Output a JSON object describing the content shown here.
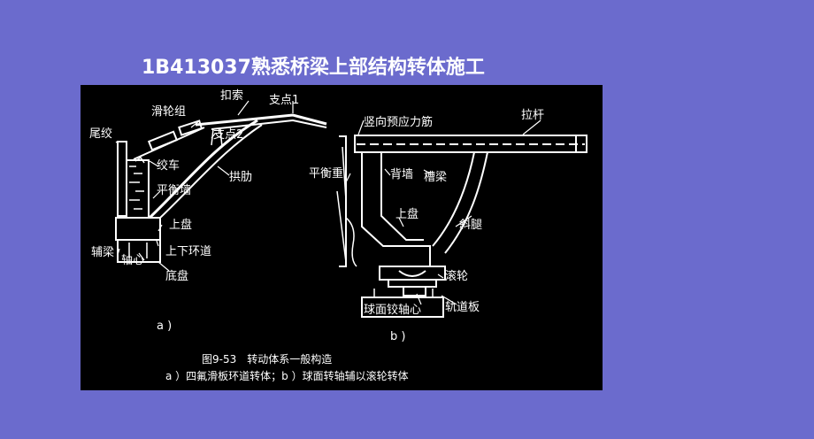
{
  "slide": {
    "title": "1B413037熟悉桥梁上部结构转体施工"
  },
  "figure": {
    "labels_a": {
      "tail_hinge": "尾绞",
      "pulley_group": "滑轮组",
      "buckle_cable": "扣索",
      "support1": "支点1",
      "support2": "支点2",
      "winch": "绞车",
      "arch_rib": "拱肋",
      "balance_wall": "平衡墙",
      "upper_plate": "上盘",
      "ring_track": "上下环道",
      "aux_beam": "辅梁",
      "pivot": "轴心",
      "base_plate": "底盘",
      "panel_tag": "a )"
    },
    "labels_b": {
      "vertical_tendon": "竖向预应力筋",
      "tie_rod": "拉杆",
      "counterweight": "平衡重",
      "back_wall": "背墙",
      "trough_beam": "槽梁",
      "upper_plate": "上盘",
      "inclined_leg": "斜腿",
      "roller": "滚轮",
      "spherical_pivot": "球面铰轴心",
      "track_plate": "轨道板",
      "panel_tag": "b )"
    },
    "caption_line1": "图9-53　转动体系一般构造",
    "caption_line2": "a ）四氟滑板环道转体；b ）球面转轴辅以滚轮转体"
  }
}
